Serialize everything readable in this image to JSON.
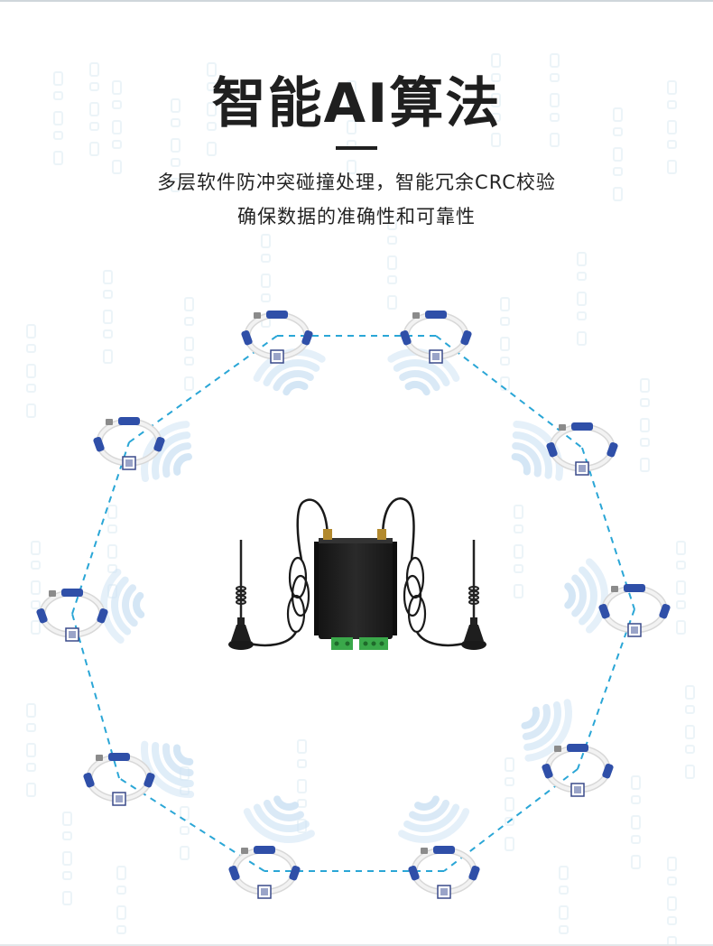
{
  "title": "智能AI算法",
  "subtitle_line1": "多层软件防冲突碰撞处理，智能冗余CRC校验",
  "subtitle_line2": "确保数据的准确性和可靠性",
  "colors": {
    "dash_line": "#2aa6d6",
    "sensor_blue": "#2f4fa8",
    "wave": "#cfe3f4",
    "background_glyph": "#dcebf3",
    "device_body": "#1c1c1c",
    "terminal_green": "#3aa84a"
  },
  "icons": {
    "sensor": "rogowski-coil-sensor-icon",
    "signal": "wireless-wave-icon",
    "gateway": "wireless-gateway-device-icon",
    "antenna": "sucker-antenna-icon"
  }
}
